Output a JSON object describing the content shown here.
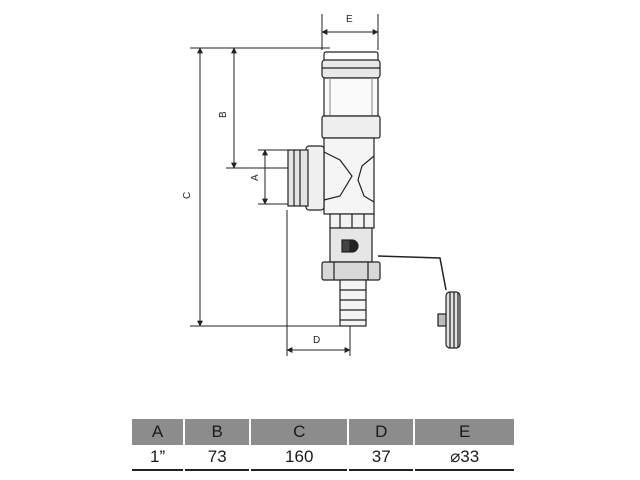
{
  "dimensions": {
    "a": "A",
    "b": "B",
    "c": "C",
    "d": "D",
    "e": "E"
  },
  "table": {
    "headers": [
      "A",
      "B",
      "C",
      "D",
      "E"
    ],
    "values": [
      "1”",
      "73",
      "160",
      "37",
      "⌀33"
    ]
  }
}
